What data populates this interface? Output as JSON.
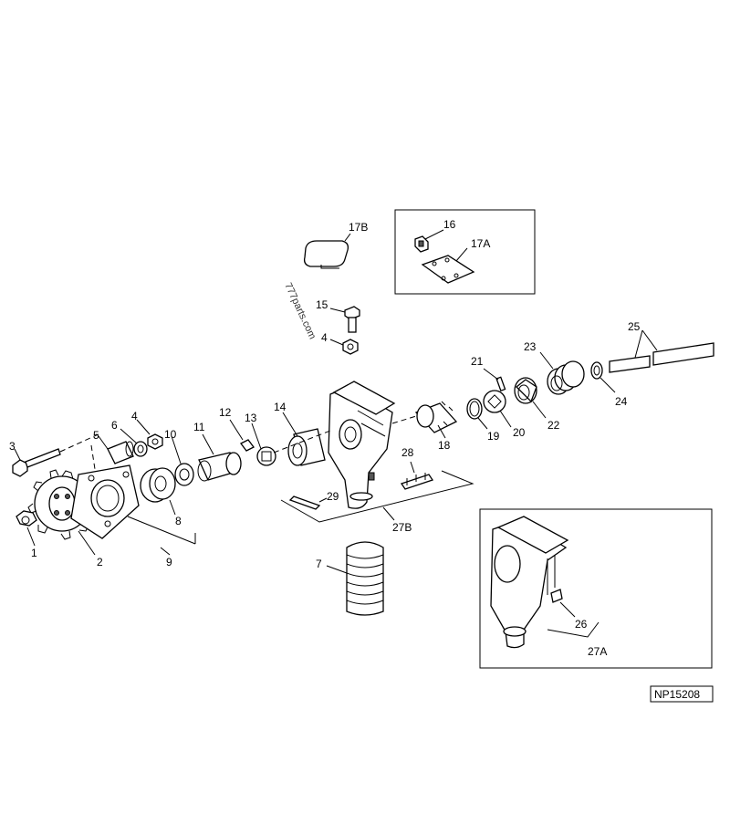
{
  "diagram_code": "NP15208",
  "watermark": "777parts.com",
  "callouts": {
    "c1": "1",
    "c2": "2",
    "c3": "3",
    "c4a": "4",
    "c4b": "4",
    "c5": "5",
    "c6": "6",
    "c7": "7",
    "c8": "8",
    "c9": "9",
    "c10": "10",
    "c11": "11",
    "c12": "12",
    "c13": "13",
    "c14": "14",
    "c15": "15",
    "c16": "16",
    "c17a": "17A",
    "c17b": "17B",
    "c18": "18",
    "c19": "19",
    "c20": "20",
    "c21": "21",
    "c22": "22",
    "c23": "23",
    "c24": "24",
    "c25": "25",
    "c26": "26",
    "c27a": "27A",
    "c27b": "27B",
    "c28": "28",
    "c29": "29"
  }
}
